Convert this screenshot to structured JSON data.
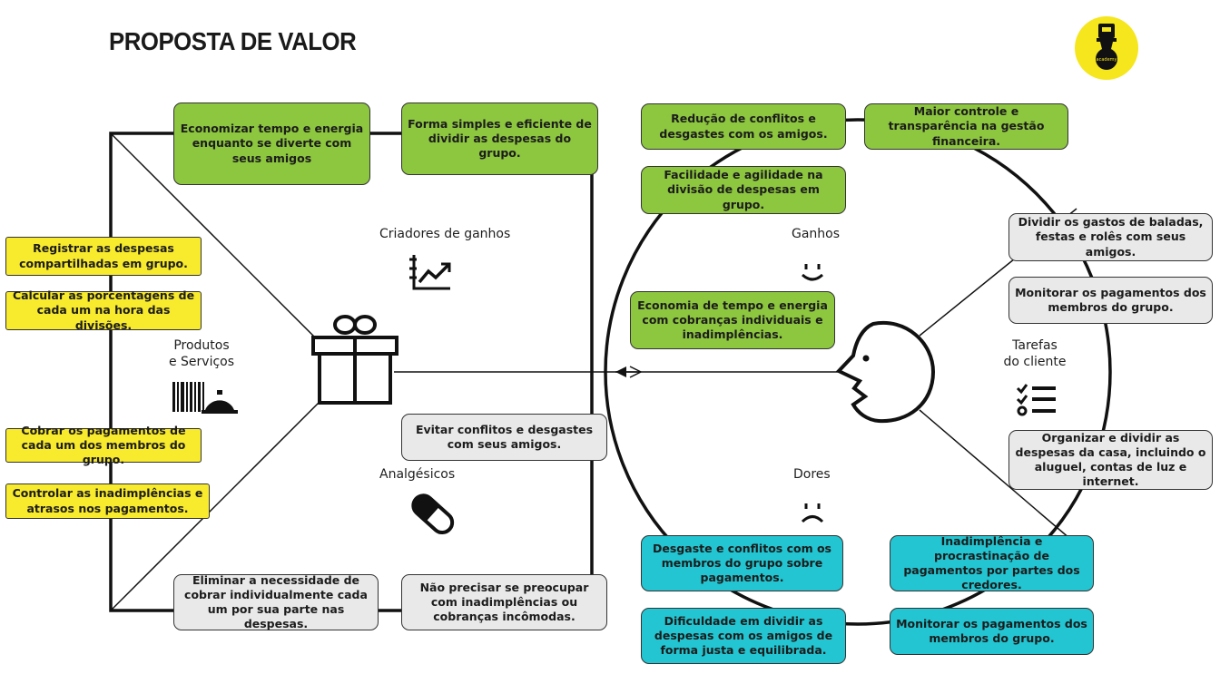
{
  "title": "PROPOSTA DE VALOR",
  "labels": {
    "gain_creators": "Criadores de ganhos",
    "products_services_l1": "Produtos",
    "products_services_l2": "e Serviços",
    "pain_relievers": "Analgésicos",
    "gains": "Ganhos",
    "pains": "Dores",
    "customer_jobs_l1": "Tarefas",
    "customer_jobs_l2": "do cliente"
  },
  "colors": {
    "gain_notes": "#8dc63f",
    "product_notes": "#f8ea2c",
    "pain_reliever_and_job_notes": "#e9e9e9",
    "pain_notes": "#22c5d1",
    "logo": "#f5e61e"
  },
  "icons": {
    "gain_creators": "growth-chart-icon",
    "products_services": "barcode-and-service-bell-icon",
    "pain_relievers": "pill-icon",
    "value_map": "gift-icon",
    "gains": "smile-icon",
    "pains": "frown-icon",
    "customer_jobs": "checklist-icon",
    "customer_profile": "face-profile-icon"
  },
  "gain_creators": [
    "Economizar tempo e energia enquanto se diverte com seus amigos",
    "Forma simples e eficiente de dividir as despesas do grupo."
  ],
  "products_services": [
    "Registrar as despesas compartilhadas em grupo.",
    "Calcular as porcentagens de cada um na hora das divisões.",
    "Cobrar os pagamentos de cada um dos membros do grupo.",
    "Controlar as inadimplências e atrasos nos pagamentos."
  ],
  "pain_relievers": [
    "Evitar conflitos e desgastes com seus amigos.",
    "Eliminar a necessidade de cobrar individualmente cada um por sua parte nas despesas.",
    "Não precisar se preocupar com inadimplências ou cobranças incômodas."
  ],
  "gains": [
    "Redução de conflitos e desgastes com os amigos.",
    "Maior controle e transparência na gestão financeira.",
    "Facilidade e agilidade na divisão de despesas em grupo.",
    "Economia de tempo e energia com cobranças individuais e inadimplências."
  ],
  "customer_jobs": [
    "Dividir os gastos de baladas, festas e rolês com seus amigos.",
    "Monitorar os pagamentos dos membros do grupo.",
    "Organizar e dividir as despesas da casa, incluindo o aluguel, contas de luz e internet."
  ],
  "pains": [
    "Desgaste e conflitos com os membros do grupo sobre pagamentos.",
    "Inadimplência e procrastinação de pagamentos por partes dos credores.",
    "Dificuldade em dividir as despesas com os amigos de forma justa e equilibrada.",
    "Monitorar os pagamentos dos membros do grupo."
  ]
}
